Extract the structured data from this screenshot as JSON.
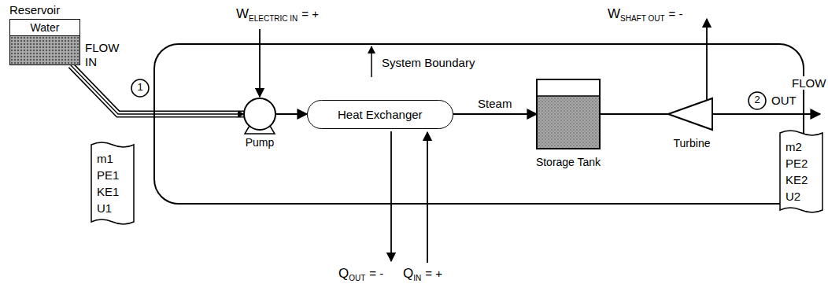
{
  "diagram": {
    "nodes": [
      {
        "text": [
          "System Boundary"
        ]
      },
      {
        "text": [
          "Reservoir",
          "Water"
        ]
      },
      {
        "text": [
          "Pump"
        ],
        "in": 0
      },
      {
        "text": [
          "Heat Exchanger"
        ],
        "in": 0
      },
      {
        "text": [
          "Storage Tank"
        ],
        "in": 0
      },
      {
        "text": [
          "Turbine"
        ],
        "in": 0
      },
      {
        "text": [
          "m1 PE1 KE1 U1"
        ]
      },
      {
        "text": [
          "m2 PE2 KE2 U2"
        ]
      }
    ],
    "edges": [
      {
        "from": 1,
        "to": 2,
        "arrow": "to"
      },
      {
        "from": 2,
        "to": 3,
        "arrow": "to"
      },
      {
        "from": 3,
        "to": 4,
        "label": "Steam",
        "arrow": "to"
      },
      {
        "from": 4,
        "to": 5,
        "arrow": "none"
      }
    ],
    "labels": [
      "FLOW IN",
      "1",
      "W",
      "ELECTRIC IN",
      "= +",
      "W",
      "SHAFT OUT",
      "= -",
      "2",
      "FLOW",
      "OUT",
      "Q",
      "OUT",
      "= -",
      "Q",
      "IN",
      "= +"
    ]
  }
}
